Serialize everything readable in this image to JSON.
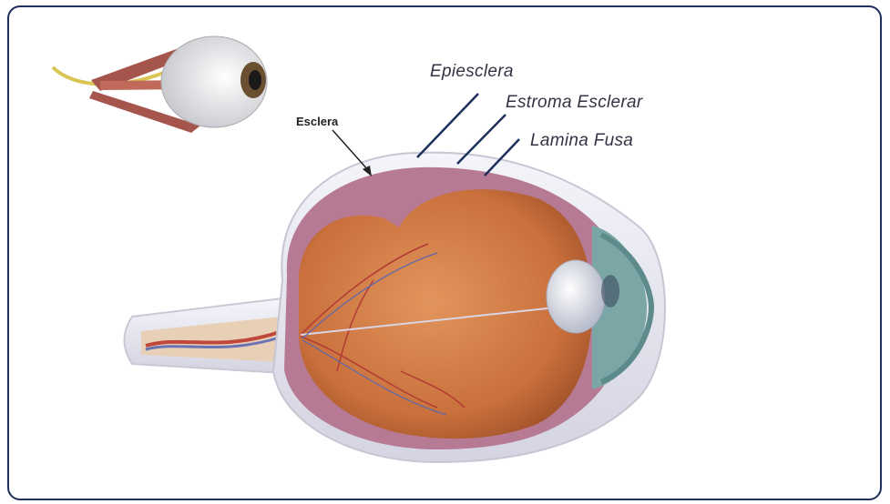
{
  "labels": {
    "episclera": "Epiesclera",
    "stroma": "Estroma Esclerar",
    "lamina": "Lamina Fusa",
    "sclera": "Esclera"
  },
  "colors": {
    "frame": "#1e2f5c",
    "vitreous": "#c9723e",
    "sclera": "#e4e4ee",
    "choroid": "#b47590",
    "cornea": "#6f9c9c",
    "leader": "#1e2f5c"
  }
}
